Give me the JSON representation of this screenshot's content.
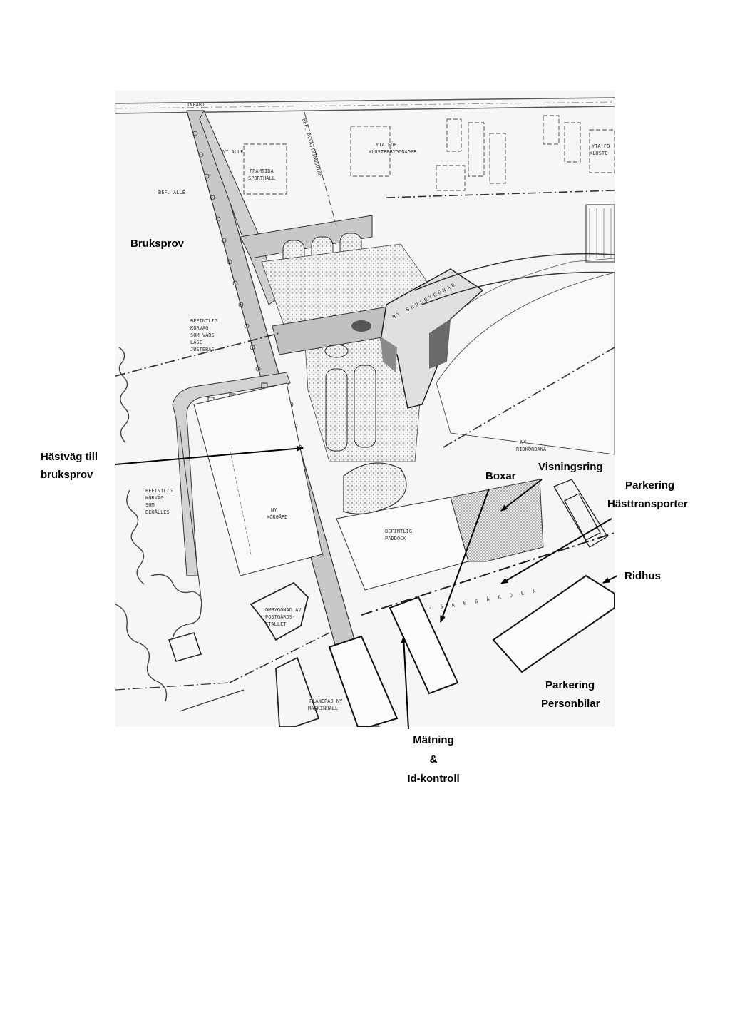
{
  "map": {
    "labels": {
      "infart": "INFART",
      "ny_alle": "NY ALLÉ",
      "bef_alle": "BEF. ALLÉ",
      "bef_avvattningsdike": "BEF. AVVATTNINGSDIKE",
      "framtida_sporthall_1": "FRAMTIDA",
      "framtida_sporthall_2": "SPORTHALL",
      "yta_for_klusterbyggnader_1": "YTA FÖR",
      "yta_for_klusterbyggnader_2": "KLUSTERBYGGNADER",
      "yta_for_klust_1": "YTA FÖ",
      "yta_for_klust_2": "KLUSTE",
      "befintlig_korvag_1": "BEFINTLIG",
      "befintlig_korvag_2": "KÖRVÄG",
      "befintlig_korvag_3": "SOM VARS",
      "befintlig_korvag_4": "LÄGE",
      "befintlig_korvag_5": "JUSTERAS",
      "ny_skolbyggnad": "NY SKOLBYGGNAD",
      "ny_ridkorbana_1": "NY",
      "ny_ridkorbana_2": "RIDKÖRBANA",
      "ny_korgard_1": "NY",
      "ny_korgard_2": "KÖRGÅRD",
      "befintlig_paddock_1": "BEFINTLIG",
      "befintlig_paddock_2": "PADDOCK",
      "befintlig_korvag_som_behalles_1": "BEFINTLIG",
      "befintlig_korvag_som_behalles_2": "KÖRVÄG",
      "befintlig_korvag_som_behalles_3": "SOM",
      "befintlig_korvag_som_behalles_4": "BEHÅLLES",
      "jarngarden": "J Ä R N G Å R D E N",
      "ombyggnad_1": "OMBYGGNAD AV",
      "ombyggnad_2": "POSTGÅRDS-",
      "ombyggnad_3": "STALLET",
      "planerad_maskinhall_1": "PLANERAD NY",
      "planerad_maskinhall_2": "MASKINHALL"
    }
  },
  "annotations": {
    "bruksprov": "Bruksprov",
    "hastvag_1": "Hästväg till",
    "hastvag_2": "bruksprov",
    "boxar": "Boxar",
    "visningsring": "Visningsring",
    "parkering_hast_1": "Parkering",
    "parkering_hast_2": "Hästtransporter",
    "ridhus": "Ridhus",
    "parkering_person_1": "Parkering",
    "parkering_person_2": "Personbilar",
    "matning_1": "Mätning",
    "matning_2": "&",
    "matning_3": "Id-kontroll"
  }
}
